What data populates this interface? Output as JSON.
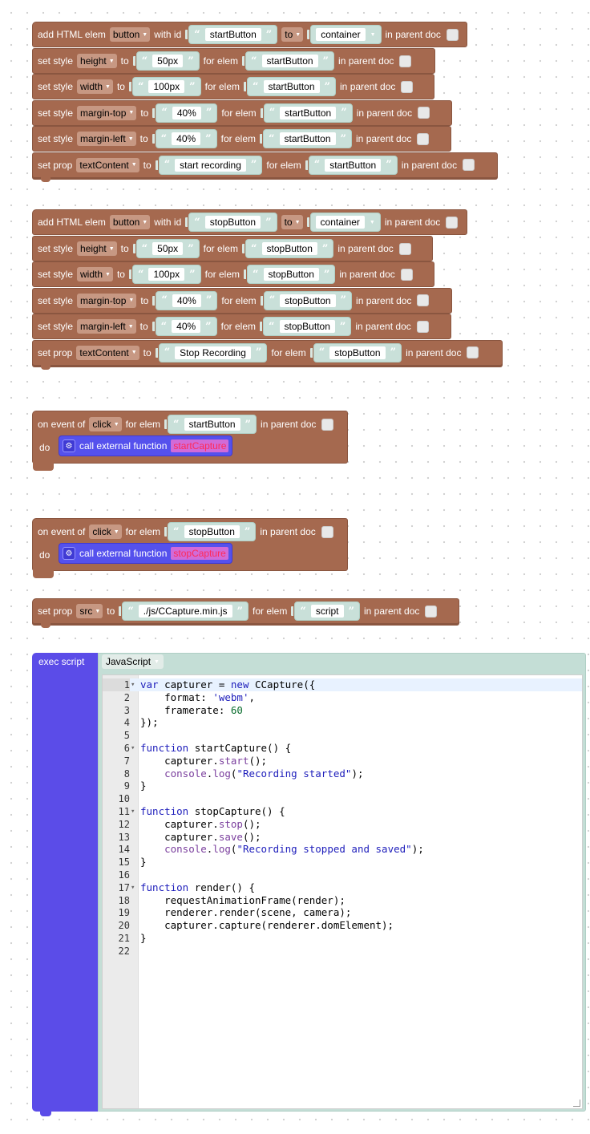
{
  "group1": {
    "add": {
      "kw_add": "add HTML elem",
      "tag": "button",
      "kw_id": "with id",
      "id": "startButton",
      "kw_to": "to",
      "container": "container",
      "kw_parent": "in parent doc"
    },
    "styles": [
      {
        "kw": "set style",
        "prop": "height",
        "kw_to": "to",
        "value": "50px",
        "kw_for": "for elem",
        "elem": "startButton",
        "kw_parent": "in parent doc"
      },
      {
        "kw": "set style",
        "prop": "width",
        "kw_to": "to",
        "value": "100px",
        "kw_for": "for elem",
        "elem": "startButton",
        "kw_parent": "in parent doc"
      },
      {
        "kw": "set style",
        "prop": "margin-top",
        "kw_to": "to",
        "value": "40%",
        "kw_for": "for elem",
        "elem": "startButton",
        "kw_parent": "in parent doc"
      },
      {
        "kw": "set style",
        "prop": "margin-left",
        "kw_to": "to",
        "value": "40%",
        "kw_for": "for elem",
        "elem": "startButton",
        "kw_parent": "in parent doc"
      },
      {
        "kw": "set prop",
        "prop": "textContent",
        "kw_to": "to",
        "value": "start recording",
        "kw_for": "for elem",
        "elem": "startButton",
        "kw_parent": "in parent doc"
      }
    ]
  },
  "group2": {
    "add": {
      "kw_add": "add HTML elem",
      "tag": "button",
      "kw_id": "with id",
      "id": "stopButton",
      "kw_to": "to",
      "container": "container",
      "kw_parent": "in parent doc"
    },
    "styles": [
      {
        "kw": "set style",
        "prop": "height",
        "kw_to": "to",
        "value": "50px",
        "kw_for": "for elem",
        "elem": "stopButton",
        "kw_parent": "in parent doc"
      },
      {
        "kw": "set style",
        "prop": "width",
        "kw_to": "to",
        "value": "100px",
        "kw_for": "for elem",
        "elem": "stopButton",
        "kw_parent": "in parent doc"
      },
      {
        "kw": "set style",
        "prop": "margin-top",
        "kw_to": "to",
        "value": "40%",
        "kw_for": "for elem",
        "elem": "stopButton",
        "kw_parent": "in parent doc"
      },
      {
        "kw": "set style",
        "prop": "margin-left",
        "kw_to": "to",
        "value": "40%",
        "kw_for": "for elem",
        "elem": "stopButton",
        "kw_parent": "in parent doc"
      },
      {
        "kw": "set prop",
        "prop": "textContent",
        "kw_to": "to",
        "value": "Stop Recording",
        "kw_for": "for elem",
        "elem": "stopButton",
        "kw_parent": "in parent doc"
      }
    ]
  },
  "event1": {
    "kw_on": "on event of",
    "event": "click",
    "kw_for": "for elem",
    "elem": "startButton",
    "kw_parent": "in parent doc",
    "kw_do": "do",
    "kw_call": "call external function",
    "fn": "startCapture"
  },
  "event2": {
    "kw_on": "on event of",
    "event": "click",
    "kw_for": "for elem",
    "elem": "stopButton",
    "kw_parent": "in parent doc",
    "kw_do": "do",
    "kw_call": "call external function",
    "fn": "stopCapture"
  },
  "setsrc": {
    "kw": "set prop",
    "prop": "src",
    "kw_to": "to",
    "value": "./js/CCapture.min.js",
    "kw_for": "for elem",
    "elem": "script",
    "kw_parent": "in parent doc"
  },
  "exec": {
    "label": "exec script",
    "language": "JavaScript"
  },
  "code_lines": [
    "var capturer = new CCapture({",
    "    format: 'webm',",
    "    framerate: 60",
    "});",
    "",
    "function startCapture() {",
    "    capturer.start();",
    "    console.log(\"Recording started\");",
    "}",
    "",
    "function stopCapture() {",
    "    capturer.stop();",
    "    capturer.save();",
    "    console.log(\"Recording stopped and saved\");",
    "}",
    "",
    "function render() {",
    "    requestAnimationFrame(render);",
    "    renderer.render(scene, camera);",
    "    capturer.capture(renderer.domElement);",
    "}",
    ""
  ],
  "fold_lines": [
    1,
    6,
    11,
    17
  ],
  "colors": {
    "block": "#a5694f",
    "exec": "#5b4ce8",
    "string": "#c9e0d9",
    "fn_highlight": "#ff2b5a"
  }
}
